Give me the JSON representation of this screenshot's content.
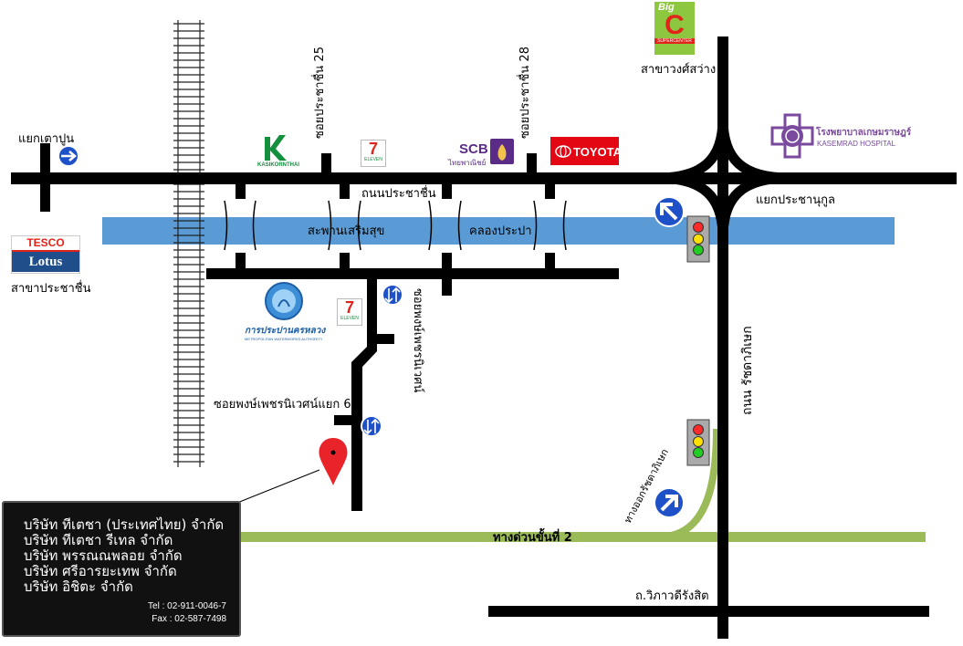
{
  "roads": {
    "prachachuen_road": "ถนนประชาชื่น",
    "soi_prachachuen_25": "ซอยประชาชื่น 25",
    "soi_prachachuen_28": "ซอยประชาชื่น 28",
    "soi_phong_phet_niwet": "ซอยพงษ์เพชรนิเวศน์",
    "soi_phong_phet_niwet_6": "ซอยพงษ์เพชรนิเวศน์แยก 6",
    "ratchada_ramintra_road": "ถนน รัชดาภิเษก",
    "ratchada_exit": "ทางออกรัชดาภิเษก",
    "expressway_2": "ทางด่วนขั้นที่ 2",
    "vibhavadi_road": "ถ.วิภาวดีรังสิต"
  },
  "places": {
    "tao_poon_junction": "แยกเตาปูน",
    "prachanukul_junction": "แยกประชานุกูล",
    "sapan_sermsuk": "สะพานเสริมสุข",
    "klong_prapa": "คลองประปา",
    "tesco_branch": "สาขาประชาชื่น",
    "bigc_branch": "สาขาวงศ์สว่าง",
    "hospital_thai": "โรงพยาบาลเกษมราษฎร์",
    "hospital_en": "KASEMRAD HOSPITAL"
  },
  "logos": {
    "tesco_top": "TESCO",
    "tesco_bottom": "Lotus",
    "bigc_top": "Big",
    "bigc_letter": "C",
    "bigc_sub": "SUPERCENTER",
    "kbank_name": "KASIKORNTHAI",
    "seven_eleven": "7",
    "seven_sub": "ELEVEN",
    "scb_name": "SCB",
    "scb_sub": "ไทยพาณิชย์",
    "toyota": "TOYOTA",
    "mwa_thai": "การประปานครหลวง",
    "mwa_en": "METROPOLITAN WATERWORKS AUTHORITY"
  },
  "info_box": {
    "companies": [
      "บริษัท ทีเตชา (ประเทศไทย) จำกัด",
      "บริษัท ทีเตชา รีเทล จำกัด",
      "บริษัท พรรณณพลอย จำกัด",
      "บริษัท ศรีอารยะเทพ จำกัด",
      "บริษัท อิชิตะ จำกัด"
    ],
    "tel": "Tel : 02-911-0046-7",
    "fax": "Fax : 02-587-7498"
  },
  "colors": {
    "road": "#000000",
    "canal": "#5b9bd5",
    "expressway": "#9bbb59",
    "toyota_red": "#e30613",
    "pin_red": "#e8232a",
    "kbank_green": "#138f3e",
    "bigc_green": "#8dc63f",
    "direction_blue": "#1e50c8"
  }
}
